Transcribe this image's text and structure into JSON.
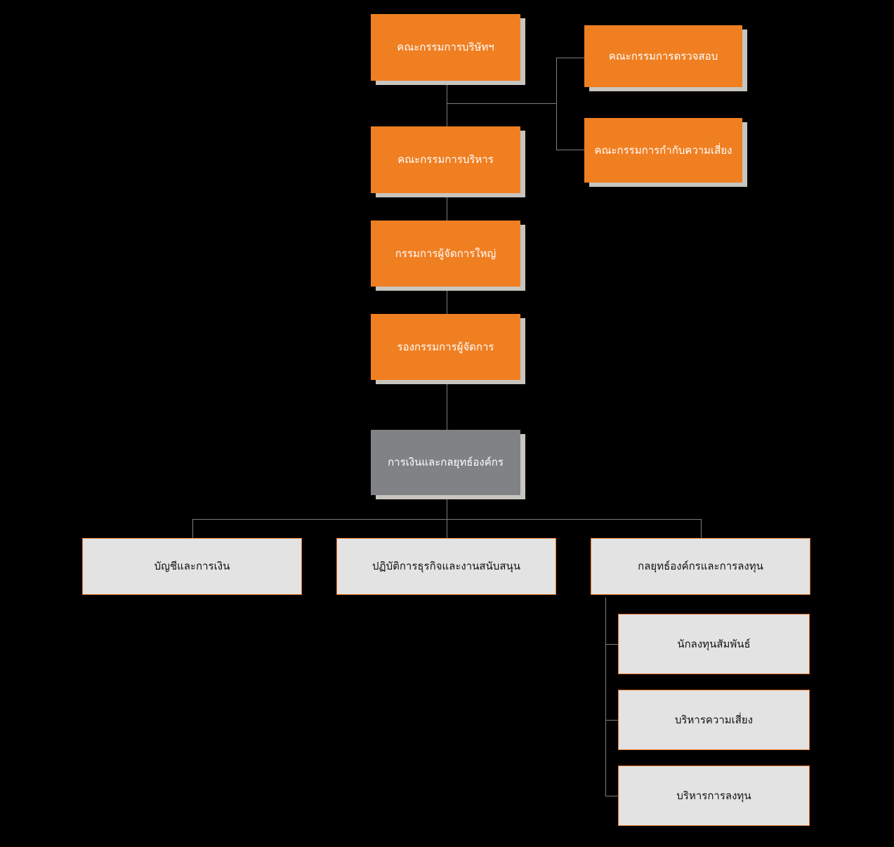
{
  "diagram": {
    "type": "organization-chart",
    "title": "",
    "colors": {
      "background": "#000000",
      "orange_fill": "#f07f22",
      "gray_fill": "#808285",
      "light_fill": "#e3e3e3",
      "light_border": "#e0762a",
      "shadow": "#c8c5bf",
      "connector": "#7d7d7d",
      "orange_text": "#ffffff",
      "light_text": "#111111"
    },
    "nodes": {
      "board_of_directors": "คณะกรรมการบริษัทฯ",
      "audit_committee": "คณะกรรมการตรวจสอบ",
      "executive_committee": "คณะกรรมการบริหาร",
      "risk_oversight_committee": "คณะกรรมการกำกับความเสี่ยง",
      "president": "กรรมการผู้จัดการใหญ่",
      "deputy_managing_director": "รองกรรมการผู้จัดการ",
      "finance_and_corporate_strategy": "การเงินและกลยุทธ์องค์กร",
      "accounting_and_finance": "บัญชีและการเงิน",
      "business_operations_and_support": "ปฏิบัติการธุรกิจและงานสนับสนุน",
      "corporate_strategy_and_investment": "กลยุทธ์องค์กรและการลงทุน",
      "investor_relations": "นักลงทุนสัมพันธ์",
      "risk_management": "บริหารความเสี่ยง",
      "investment_management": "บริหารการลงทุน"
    }
  }
}
